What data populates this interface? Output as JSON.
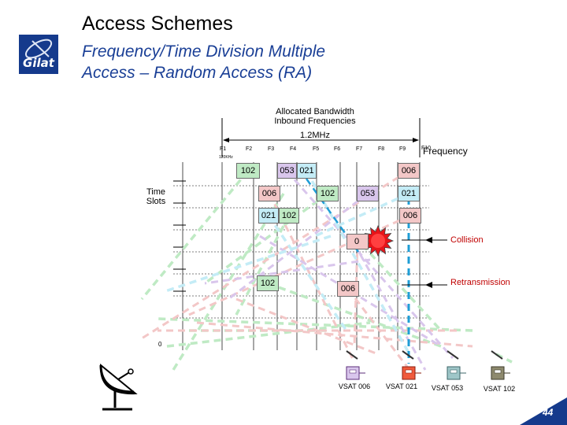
{
  "slide": {
    "title": "Access Schemes",
    "subtitle_line1": "Frequency/Time Division Multiple",
    "subtitle_line2": "Access – Random Access (RA)",
    "logo_text": "Gilat",
    "page_number": "44"
  },
  "diagram": {
    "bandwidth_label_line1": "Allocated Bandwidth",
    "bandwidth_label_line2": "Inbound Frequencies",
    "bandwidth_value": "1.2MHz",
    "channel_labels": [
      "F1",
      "F2",
      "F3",
      "F4",
      "F5",
      "F6",
      "F7",
      "F8",
      "F9",
      "F10"
    ],
    "channel_width_label": "120KHz",
    "frequency_axis_label": "Frequency",
    "time_axis_label_line1": "Time",
    "time_axis_label_line2": "Slots",
    "packets": {
      "r1_102": "102",
      "r1_053": "053",
      "r1_021": "021",
      "r1_006": "006",
      "r2_006": "006",
      "r2_102": "102",
      "r2_053": "053",
      "r2_021": "021",
      "r3_021": "021",
      "r3_102": "102",
      "r3_006": "006",
      "r4_collided": "0",
      "r5_102": "102",
      "r5_006": "006"
    },
    "collision_label": "Collision",
    "retransmission_label": "Retransmission",
    "hub_tag": "0",
    "vsat_labels": [
      "VSAT 006",
      "VSAT 021",
      "VSAT 053",
      "VSAT 102"
    ],
    "colors": {
      "green": "#bfeac4",
      "pink": "#f3c7c7",
      "lilac": "#d9c6ec",
      "cyan": "#c4ecf6",
      "collision_red": "#e8141a",
      "title_blue": "#1a3f96",
      "logo_blue": "#153a8c"
    }
  }
}
